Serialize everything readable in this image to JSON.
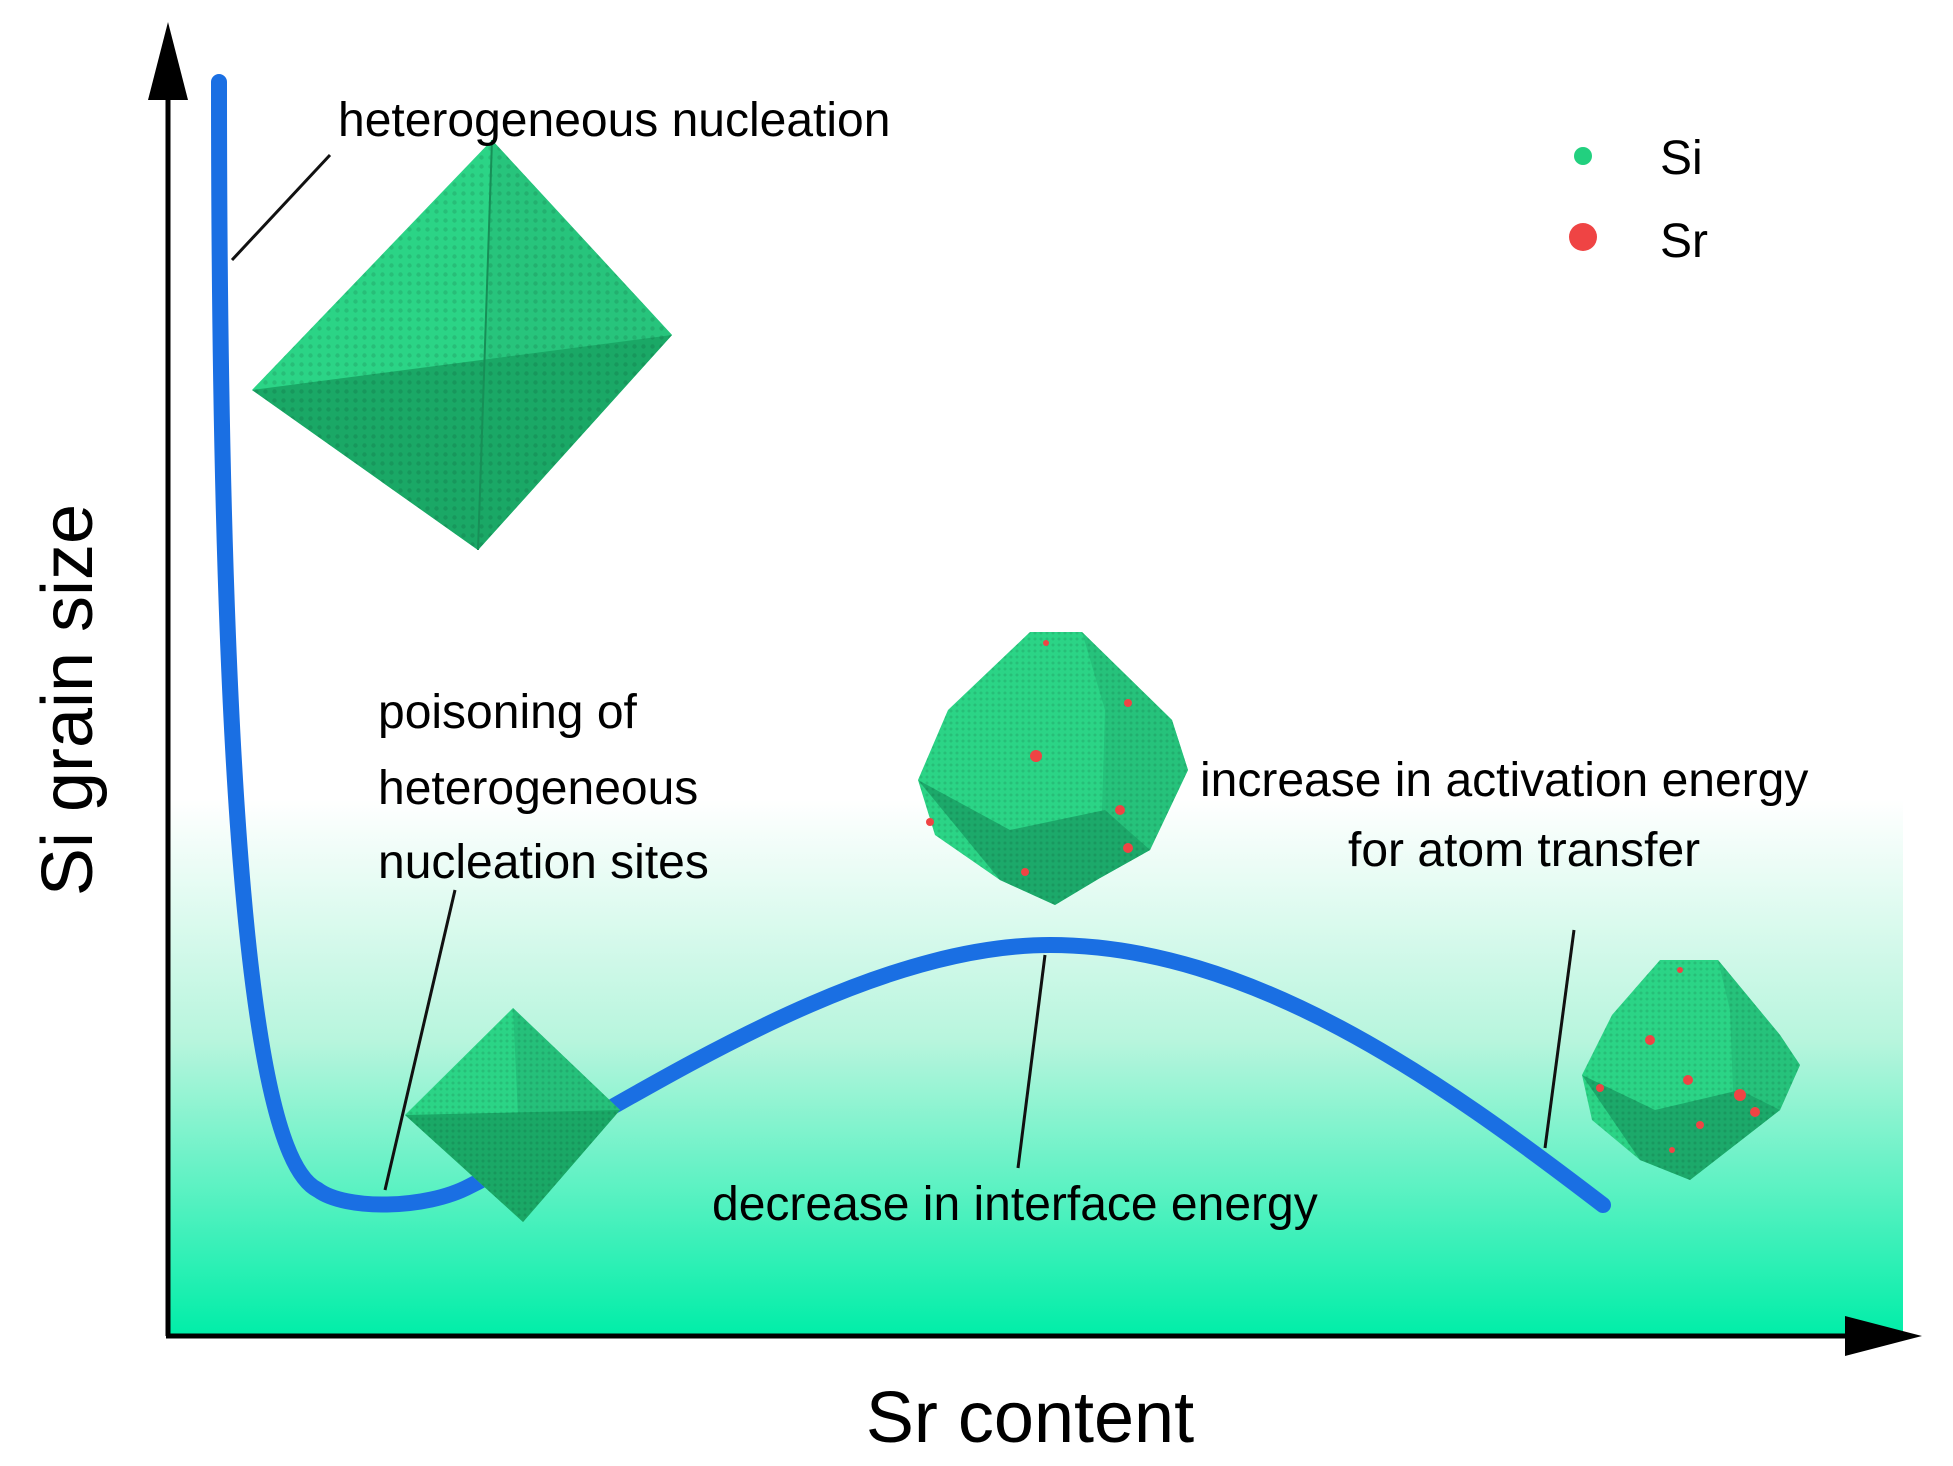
{
  "axes": {
    "y_label": "Si grain size",
    "x_label": "Sr content"
  },
  "annotations": {
    "heterogeneous_nucleation": "heterogeneous nucleation",
    "poisoning_line1": "poisoning of",
    "poisoning_line2": "heterogeneous",
    "poisoning_line3": "nucleation sites",
    "activation_line1": "increase in activation energy",
    "activation_line2": "for atom transfer",
    "interface_energy": "decrease in interface energy"
  },
  "legend": [
    {
      "label": "Si",
      "color": "#22d07f"
    },
    {
      "label": "Sr",
      "color": "#ef4444"
    }
  ],
  "colors": {
    "curve": "#1a6fe3",
    "crystal_si": "#2ecf86",
    "sr_atom": "#ef4444",
    "background_gradient_bottom": "#00eeaa",
    "background_gradient_top": "#ffffff"
  }
}
